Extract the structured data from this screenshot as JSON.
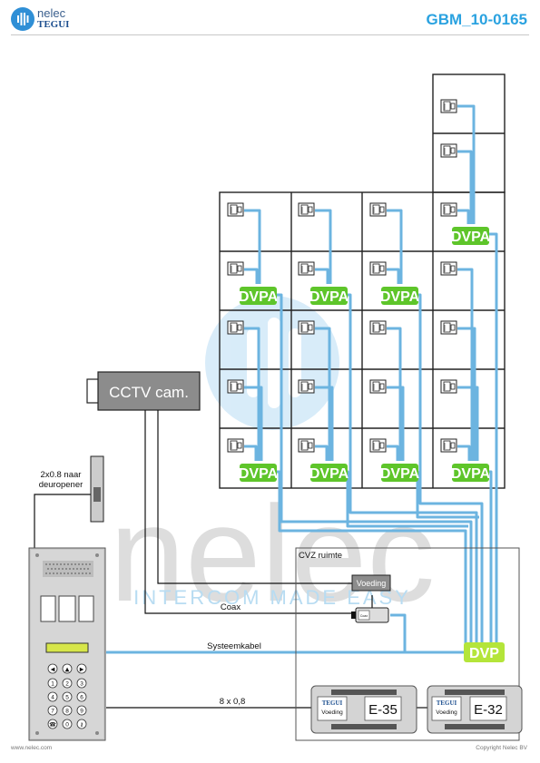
{
  "header": {
    "brand_name": "nelec",
    "brand_sub": "TEGUI",
    "doc_code": "GBM_10-0165"
  },
  "watermark": {
    "word": "nelec",
    "tagline": "INTERCOM MADE EASY"
  },
  "labels": {
    "cctv": "CCTV cam.",
    "door_cable": "2x0.8 naar",
    "door_cable_2": "deuropener",
    "cvz_room": "CVZ ruimte",
    "voeding": "Voeding",
    "coax": "Coax",
    "systeemkabel": "Systeemkabel",
    "cable_8x08": "8 x 0,8",
    "dvpa": "DVPA",
    "dvp": "DVP",
    "psu_brand": "TEGUI",
    "psu_voeding": "Voeding",
    "psu1_model": "E-35",
    "psu2_model": "E-32",
    "coax_box": "Coax",
    "keys": [
      "1",
      "2",
      "3",
      "4",
      "5",
      "6",
      "7",
      "8",
      "9",
      "0"
    ]
  },
  "colors": {
    "cable_blue": "#6cb4e0",
    "dvpa_green": "#5ec52a",
    "accent": "#2aa2e0",
    "brand": "#1d4f8f"
  },
  "footer": {
    "left": "www.nelec.com",
    "right": "Copyright Nelec BV"
  }
}
